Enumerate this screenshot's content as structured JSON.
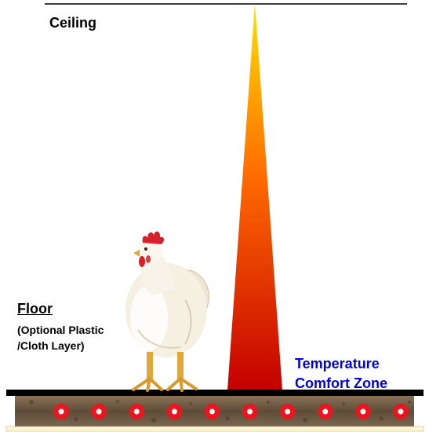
{
  "labels": {
    "ceiling": "Ceiling",
    "floor_title": "Floor",
    "floor_note": "(Optional Plastic /Cloth Layer)",
    "comfort_zone": "Temperature Comfort Zone"
  },
  "icons": {
    "animal": "chicken-icon",
    "heater": "heating-pipe-icon"
  },
  "heating_pipes": {
    "count": 10
  },
  "colors": {
    "gradient_top": "#ffe000",
    "gradient_mid": "#ff6a00",
    "gradient_bottom": "#c40000",
    "comfort_zone_text": "#0000dd",
    "pipe": "#e8161e",
    "floor_top": "#000000",
    "floor_slab": "#6e5a44",
    "base_layer": "#fff5d0"
  }
}
